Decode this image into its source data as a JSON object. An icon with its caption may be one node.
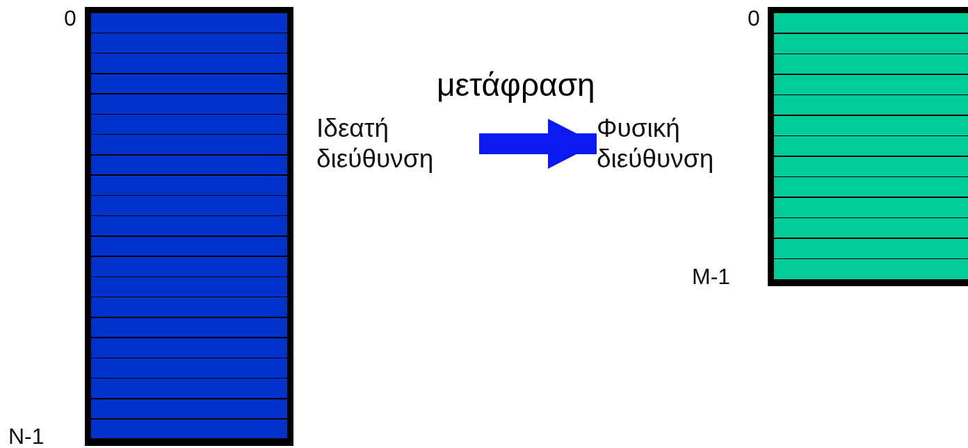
{
  "diagram": {
    "nodes": [
      {
        "text": [],
        "shape": "box",
        "beside": [
          "0",
          "N-1"
        ]
      },
      {
        "text": [
          "Ιδεατή διεύθυνση"
        ]
      },
      {
        "text": [
          "Φυσική διεύθυνση"
        ]
      },
      {
        "text": [],
        "shape": "box",
        "beside": [
          "0",
          "M-1"
        ]
      }
    ],
    "edges": [
      {
        "from": 1,
        "to": 2,
        "arrow": "to",
        "label": "μετάφραση"
      }
    ]
  }
}
